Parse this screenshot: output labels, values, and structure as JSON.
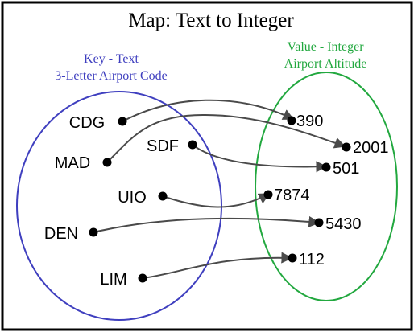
{
  "title": "Map: Text to Integer",
  "colors": {
    "frame": "#000000",
    "key_set": "#3f3fbf",
    "value_set": "#22a83f",
    "arrow": "#4a4a4a",
    "dot": "#000000"
  },
  "key_set": {
    "label_line1": "Key - Text",
    "label_line2": "3-Letter Airport Code"
  },
  "value_set": {
    "label_line1": "Value - Integer",
    "label_line2": "Airport Altitude"
  },
  "keys": [
    "CDG",
    "MAD",
    "SDF",
    "UIO",
    "DEN",
    "LIM"
  ],
  "values": [
    "390",
    "2001",
    "501",
    "7874",
    "5430",
    "112"
  ],
  "mappings": [
    {
      "key": "CDG",
      "value": "390"
    },
    {
      "key": "MAD",
      "value": "2001"
    },
    {
      "key": "SDF",
      "value": "501"
    },
    {
      "key": "UIO",
      "value": "7874"
    },
    {
      "key": "DEN",
      "value": "5430"
    },
    {
      "key": "LIM",
      "value": "112"
    }
  ]
}
